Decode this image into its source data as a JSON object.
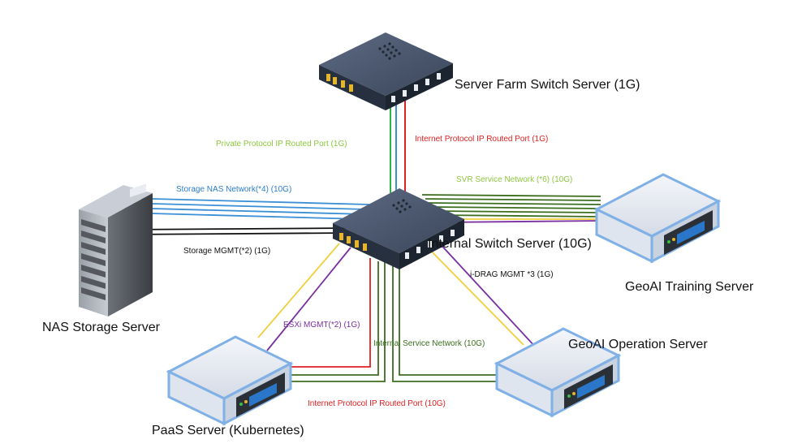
{
  "nodes": {
    "server_farm_switch": "Server Farm Switch Server (1G)",
    "internal_switch": "Internal Switch Server (10G)",
    "nas_storage": "NAS Storage Server",
    "geoai_training": "GeoAI Training Server",
    "geoai_operation": "GeoAI Operation Server",
    "paas_server": "PaaS Server (Kubernetes)"
  },
  "links": {
    "private_protocol": "Private Protocol IP Routed Port (1G)",
    "internet_protocol_1g": "Internet Protocol IP Routed Port (1G)",
    "storage_nas_network": "Storage NAS Network(*4) (10G)",
    "svr_service_network": "SVR Service Network (*6) (10G)",
    "storage_mgmt": "Storage MGMT(*2) (1G)",
    "idrag_mgmt": "i-DRAG MGMT *3 (1G)",
    "esxi_mgmt": "ESXi MGMT(*2) (1G)",
    "internal_service_network": "Internal Service Network (10G)",
    "internet_protocol_10g": "Internet Protocol IP Routed Port (10G)"
  },
  "colors": {
    "green": "#2db24a",
    "blue": "#3a8fd6",
    "red": "#e02020",
    "dark_green": "#3c6e1e",
    "purple": "#7a2fa0",
    "yellow": "#f0cf3a",
    "black": "#111111",
    "label_green": "#8dc63f",
    "label_blue": "#2a7dc9",
    "label_red": "#e02020",
    "label_purple": "#7a2fa0",
    "label_dark_green": "#3c6e1e"
  }
}
